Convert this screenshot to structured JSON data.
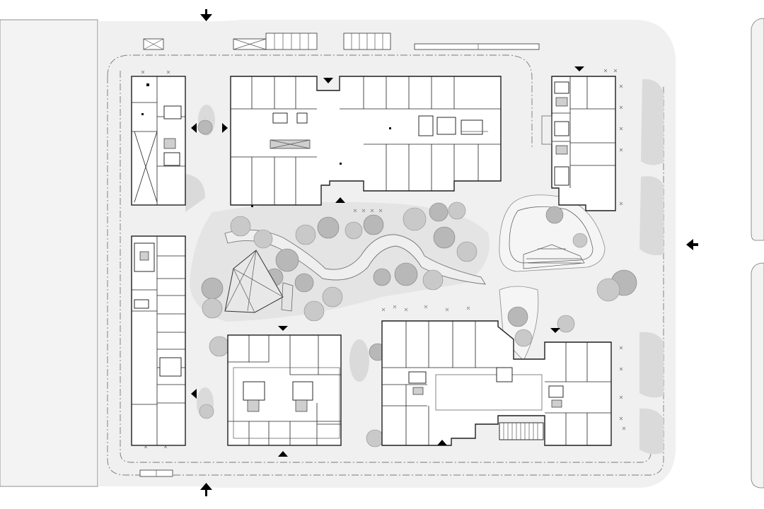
{
  "view": {
    "background": "#ffffff",
    "line_color": "#1e1e1e",
    "tree_color": "#c9c9c9",
    "ground_color": "#f0f0f0"
  },
  "buildings": [
    {
      "id": "west-upper"
    },
    {
      "id": "north-central"
    },
    {
      "id": "north-east"
    },
    {
      "id": "west-lower"
    },
    {
      "id": "south-central"
    },
    {
      "id": "south-east"
    },
    {
      "id": "landscape-pavilion"
    }
  ],
  "entrances": [
    {
      "id": "north-gate",
      "direction": "down"
    },
    {
      "id": "south-gate",
      "direction": "up"
    },
    {
      "id": "east-gate",
      "direction": "left"
    }
  ],
  "building_entries": [
    {
      "id": "entry-north-central-top",
      "direction": "down"
    },
    {
      "id": "entry-north-central-bottom",
      "direction": "up"
    },
    {
      "id": "entry-west-upper-left",
      "direction": "left"
    },
    {
      "id": "entry-west-upper-right",
      "direction": "right"
    },
    {
      "id": "entry-north-east-top",
      "direction": "down"
    },
    {
      "id": "entry-south-central-top",
      "direction": "down"
    },
    {
      "id": "entry-south-central-bottom",
      "direction": "up"
    },
    {
      "id": "entry-west-lower",
      "direction": "left"
    },
    {
      "id": "entry-south-east-top",
      "direction": "down"
    },
    {
      "id": "entry-south-east-bottom",
      "direction": "up"
    }
  ]
}
